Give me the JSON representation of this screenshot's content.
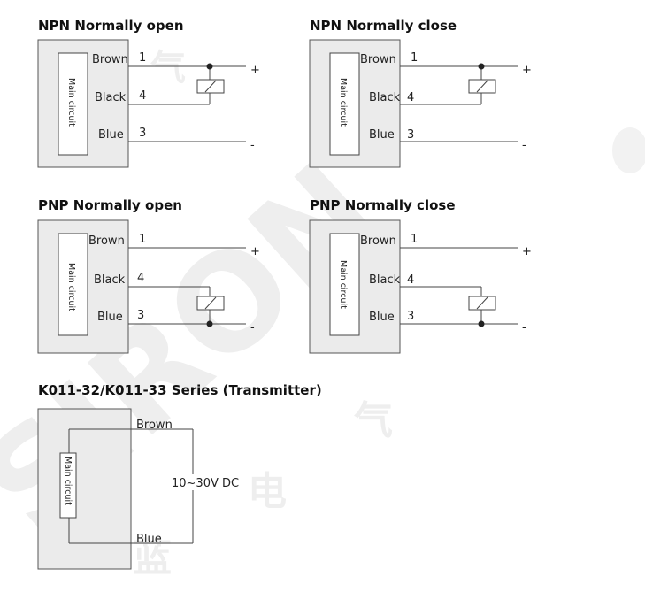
{
  "watermark": {
    "brand": "SIRON",
    "chars": [
      "电",
      "气",
      "蓝",
      "电",
      "气"
    ]
  },
  "colors": {
    "module_fill": "#ebebeb",
    "wire": "#444444",
    "text": "#222222"
  },
  "diagrams": [
    {
      "title": "NPN Normally open",
      "main_circuit": "Main circuit",
      "wires": [
        {
          "label": "Brown",
          "pin": "1",
          "sign": "+"
        },
        {
          "label": "Black",
          "pin": "4"
        },
        {
          "label": "Blue",
          "pin": "3",
          "sign": "-"
        }
      ]
    },
    {
      "title": "NPN Normally close",
      "main_circuit": "Main circuit",
      "wires": [
        {
          "label": "Brown",
          "pin": "1",
          "sign": "+"
        },
        {
          "label": "Black",
          "pin": "4"
        },
        {
          "label": "Blue",
          "pin": "3",
          "sign": "-"
        }
      ]
    },
    {
      "title": "PNP Normally open",
      "main_circuit": "Main circuit",
      "wires": [
        {
          "label": "Brown",
          "pin": "1",
          "sign": "+"
        },
        {
          "label": "Black",
          "pin": "4"
        },
        {
          "label": "Blue",
          "pin": "3",
          "sign": "-"
        }
      ]
    },
    {
      "title": "PNP Normally close",
      "main_circuit": "Main circuit",
      "wires": [
        {
          "label": "Brown",
          "pin": "1",
          "sign": "+"
        },
        {
          "label": "Black",
          "pin": "4"
        },
        {
          "label": "Blue",
          "pin": "3",
          "sign": "-"
        }
      ]
    }
  ],
  "transmitter": {
    "title": "K011-32/K011-33 Series (Transmitter)",
    "main_circuit": "Main circuit",
    "brown": "Brown",
    "blue": "Blue",
    "supply": "10~30V DC"
  }
}
